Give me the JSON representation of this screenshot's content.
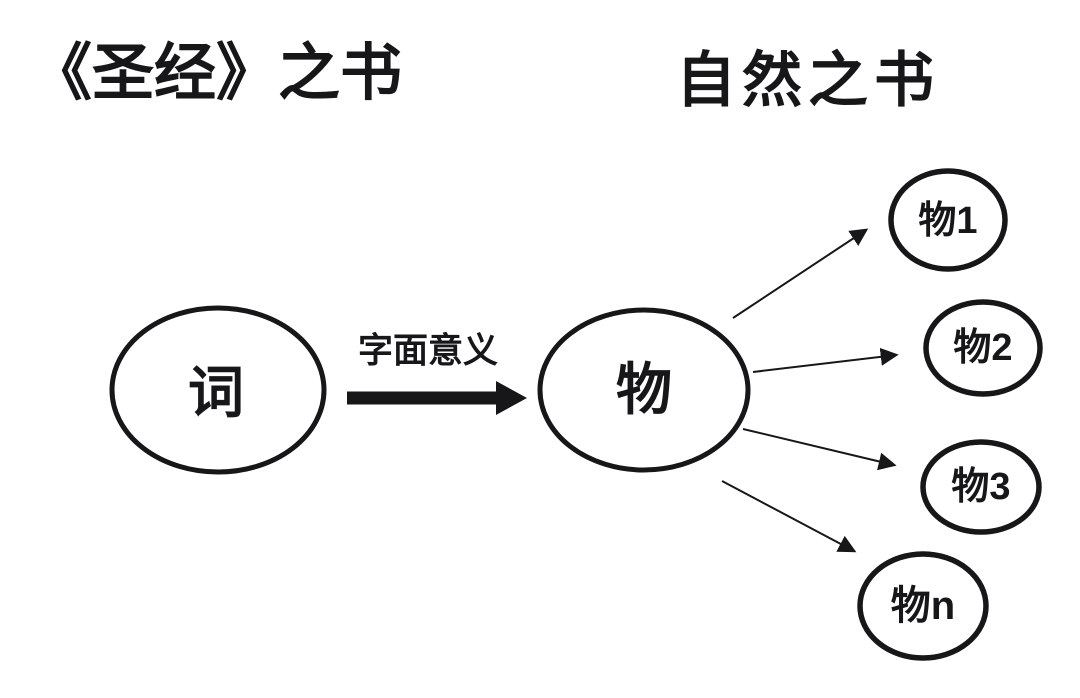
{
  "diagram": {
    "title_left": "《圣经》之书",
    "title_right": "自然之书",
    "nodes": {
      "word": {
        "label": "词"
      },
      "thing": {
        "label": "物"
      },
      "thing1": {
        "label": "物1"
      },
      "thing2": {
        "label": "物2"
      },
      "thing3": {
        "label": "物3"
      },
      "thing_n": {
        "label": "物n"
      }
    },
    "edges": [
      {
        "from": "word",
        "to": "thing",
        "label": "字面意义",
        "style": "thick-arrow"
      },
      {
        "from": "thing",
        "to": "thing1",
        "label": "",
        "style": "thin-arrow"
      },
      {
        "from": "thing",
        "to": "thing2",
        "label": "",
        "style": "thin-arrow"
      },
      {
        "from": "thing",
        "to": "thing3",
        "label": "",
        "style": "thin-arrow"
      },
      {
        "from": "thing",
        "to": "thing_n",
        "label": "",
        "style": "thin-arrow"
      }
    ],
    "colors": {
      "ink": "#17171a",
      "background": "#ffffff"
    }
  }
}
